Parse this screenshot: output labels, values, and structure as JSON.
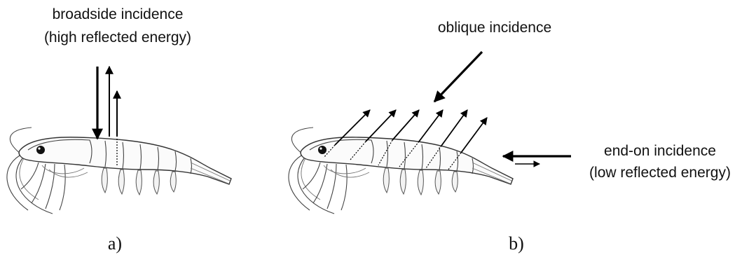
{
  "panel_a": {
    "label_line1": "broadside incidence",
    "label_line2": "(high reflected energy)",
    "panel_label": "a)"
  },
  "panel_b": {
    "oblique_label": "oblique incidence",
    "endon_line1": "end-on incidence",
    "endon_line2": "(low reflected energy)",
    "panel_label": "b)"
  }
}
